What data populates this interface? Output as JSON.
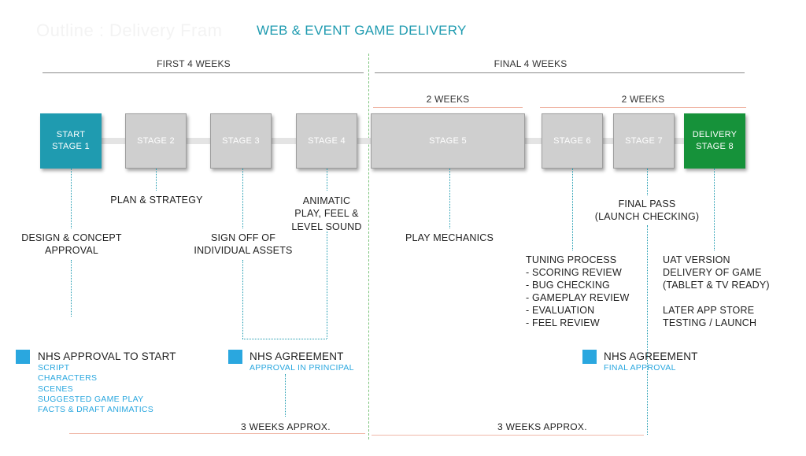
{
  "header": {
    "ghost_title": "Outline : Delivery Fram",
    "title": "WEB & EVENT GAME DELIVERY"
  },
  "periods": {
    "first": "FIRST 4 WEEKS",
    "final": "FINAL 4 WEEKS",
    "weeks_a": "2 WEEKS",
    "weeks_b": "2 WEEKS"
  },
  "stages": {
    "s1": [
      "START",
      "STAGE 1"
    ],
    "s2": "STAGE 2",
    "s3": "STAGE 3",
    "s4": "STAGE 4",
    "s5": "STAGE 5",
    "s6": "STAGE 6",
    "s7": "STAGE 7",
    "s8": [
      "DELIVERY",
      "STAGE 8"
    ]
  },
  "notes": {
    "design": [
      "DESIGN & CONCEPT",
      "APPROVAL"
    ],
    "plan": "PLAN & STRATEGY",
    "signoff": [
      "SIGN OFF OF",
      "INDIVIDUAL ASSETS"
    ],
    "animatic": [
      "ANIMATIC",
      "PLAY, FEEL &",
      "LEVEL SOUND"
    ],
    "mechanics": "PLAY MECHANICS",
    "tuning": [
      "TUNING PROCESS",
      "- SCORING REVIEW",
      "- BUG CHECKING",
      "- GAMEPLAY REVIEW",
      "- EVALUATION",
      "- FEEL REVIEW"
    ],
    "finalpass": [
      "FINAL PASS",
      "(LAUNCH CHECKING)"
    ],
    "uat": [
      "UAT VERSION",
      "DELIVERY OF GAME",
      "(TABLET & TV READY)",
      "",
      "LATER APP STORE",
      "TESTING / LAUNCH"
    ]
  },
  "legend": {
    "start": {
      "title": "NHS APPROVAL TO START",
      "items": [
        "SCRIPT",
        "CHARACTERS",
        "SCENES",
        "SUGGESTED GAME PLAY",
        "FACTS & DRAFT ANIMATICS"
      ]
    },
    "agreement1": {
      "title": "NHS AGREEMENT",
      "sub": "APPROVAL IN PRINCIPAL"
    },
    "agreement2": {
      "title": "NHS AGREEMENT",
      "sub": "FINAL APPROVAL"
    }
  },
  "durations": {
    "a": "3 WEEKS APPROX.",
    "b": "3 WEEKS APPROX."
  },
  "colors": {
    "teal": "#1f9bb0",
    "green": "#16923a",
    "stage_grey": "#cfcfcf",
    "legend_blue": "#2aa7df"
  }
}
